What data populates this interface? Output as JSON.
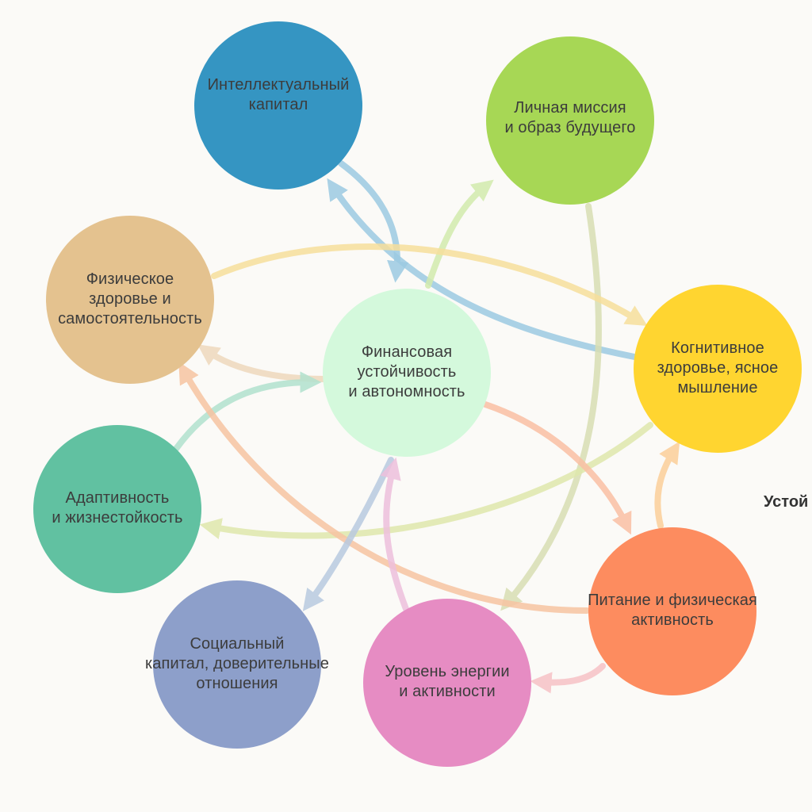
{
  "diagram": {
    "nodes": [
      {
        "id": "intellect",
        "label": "Интеллектуальный\nкапитал",
        "color": "#3595c2"
      },
      {
        "id": "mission",
        "label": "Личная миссия\nи образ будущего",
        "color": "#a7d755"
      },
      {
        "id": "physical",
        "label": "Физическое\nздоровье и\nсамостоятельность",
        "color": "#e4c28f"
      },
      {
        "id": "finance",
        "label": "Финансовая\nустойчивость\nи автономность",
        "color": "#d4f9dc"
      },
      {
        "id": "cognitive",
        "label": "Когнитивное\nздоровье, ясное\nмышление",
        "color": "#ffd530"
      },
      {
        "id": "adapt",
        "label": "Адаптивность\nи жизнестойкость",
        "color": "#61c1a1"
      },
      {
        "id": "nutrition",
        "label": "Питание и физическая\nактивность",
        "color": "#fd8c5f"
      },
      {
        "id": "social",
        "label": "Социальный\nкапитал, доверительные\nотношения",
        "color": "#8d9fca"
      },
      {
        "id": "energy",
        "label": "Уровень энергии\nи активности",
        "color": "#e68cc3"
      }
    ],
    "edges": [
      {
        "from": "intellect",
        "to": "finance",
        "color": "#9ccbe2"
      },
      {
        "from": "cognitive",
        "to": "intellect",
        "color": "#9ccbe2"
      },
      {
        "from": "finance",
        "to": "mission",
        "color": "#d2ebae"
      },
      {
        "from": "mission",
        "to": "energy",
        "color": "#d8deb3"
      },
      {
        "from": "physical",
        "to": "cognitive",
        "color": "#f7df9c"
      },
      {
        "from": "finance",
        "to": "physical",
        "color": "#efd9bd"
      },
      {
        "from": "adapt",
        "to": "finance",
        "color": "#b2e2cf"
      },
      {
        "from": "cognitive",
        "to": "adapt",
        "color": "#dfe8ac"
      },
      {
        "from": "nutrition",
        "to": "physical",
        "color": "#f7c4a2"
      },
      {
        "from": "finance",
        "to": "nutrition",
        "color": "#fac0a4"
      },
      {
        "from": "nutrition",
        "to": "cognitive",
        "color": "#fccf9a"
      },
      {
        "from": "energy",
        "to": "social",
        "color": "#b9cae0"
      },
      {
        "from": "energy",
        "to": "finance",
        "color": "#eec0dc"
      },
      {
        "from": "nutrition",
        "to": "energy",
        "color": "#f7c2c6"
      }
    ],
    "edge_caption": "Устой"
  }
}
